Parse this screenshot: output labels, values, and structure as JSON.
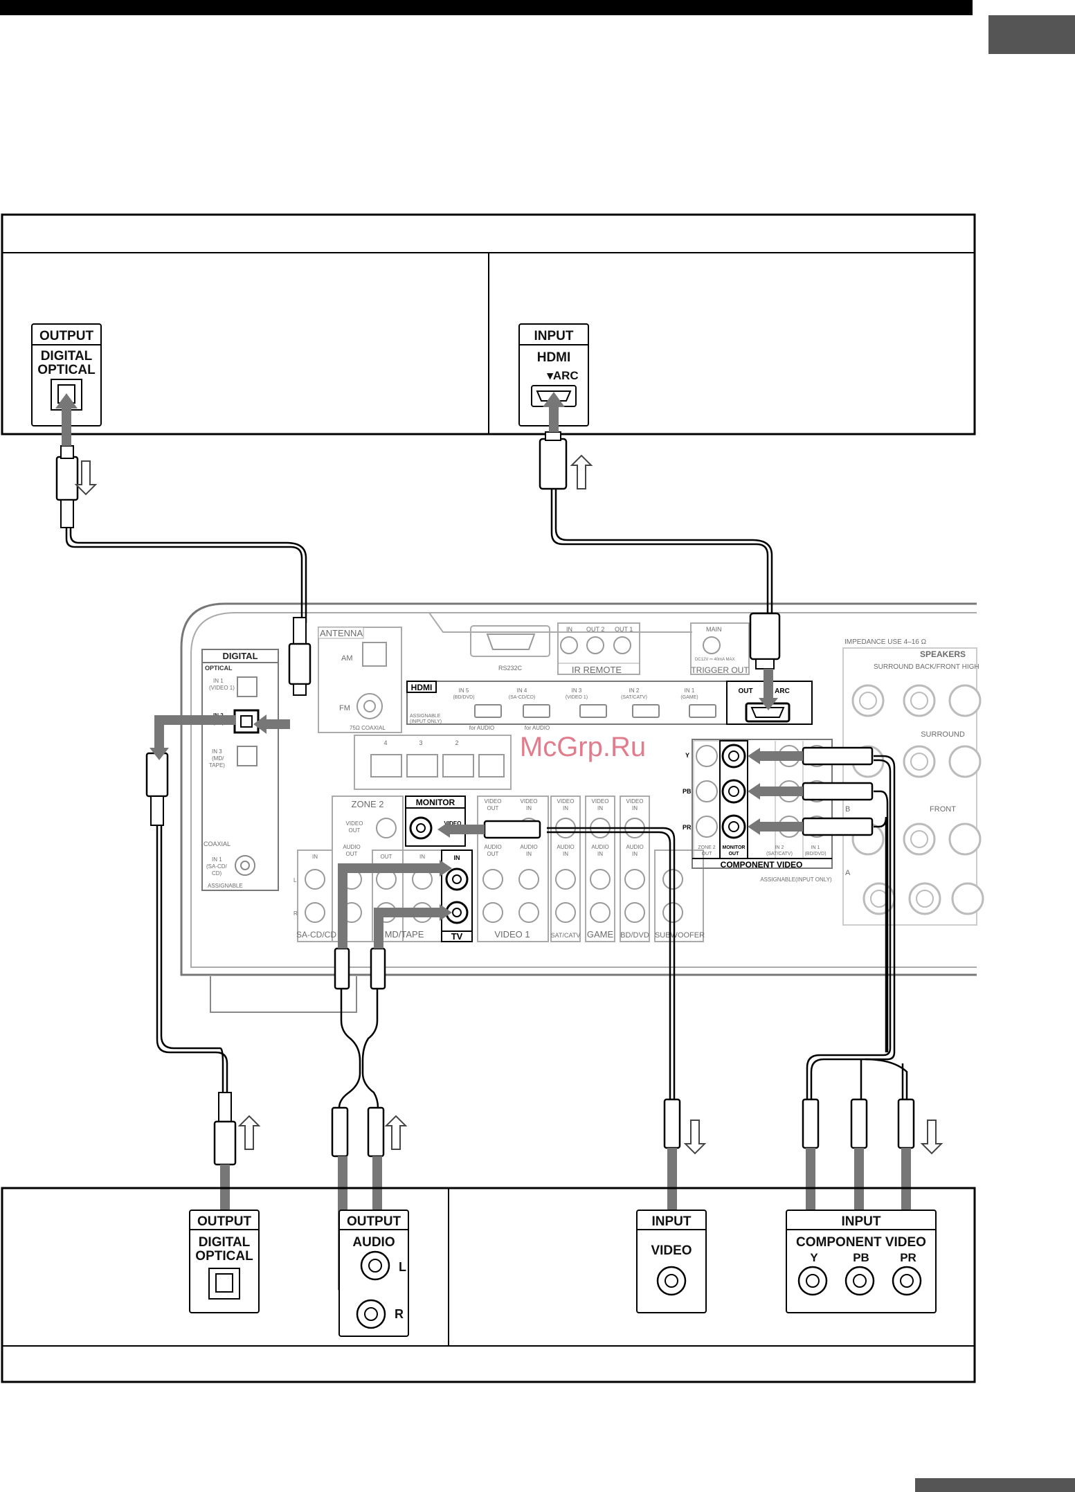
{
  "tv_box": {
    "output": {
      "header": "OUTPUT",
      "line1": "DIGITAL",
      "line2": "OPTICAL"
    },
    "input": {
      "header": "INPUT",
      "line1": "HDMI",
      "line2": "▾ARC"
    }
  },
  "player_box": {
    "optical": {
      "header": "OUTPUT",
      "line1": "DIGITAL",
      "line2": "OPTICAL"
    },
    "audio": {
      "header": "OUTPUT",
      "line1": "AUDIO",
      "l": "L",
      "r": "R"
    },
    "video": {
      "header": "INPUT",
      "line1": "VIDEO"
    },
    "component": {
      "header": "INPUT",
      "line1": "COMPONENT VIDEO",
      "y": "Y",
      "pb": "PB",
      "pr": "PR"
    }
  },
  "receiver": {
    "antenna": "ANTENNA",
    "am": "AM",
    "fm": "FM",
    "coax75": "75Ω COAXIAL",
    "rs232c": "RS232C",
    "ir_in": "IN",
    "ir_out2": "OUT 2",
    "ir_out1": "OUT 1",
    "ir_remote": "IR REMOTE",
    "trigger_main": "MAIN",
    "trigger_spec": "DC12V ⎓ 40mA MAX",
    "trigger_out": "TRIGGER OUT",
    "hdmi": "HDMI",
    "hdmi_in5": "IN 5",
    "hdmi_in5_sub": "(BD/DVD)",
    "hdmi_in4": "IN 4",
    "hdmi_in4_sub": "(SA-CD/CD)",
    "hdmi_in3": "IN 3",
    "hdmi_in3_sub": "(VIDEO 1)",
    "hdmi_in2": "IN 2",
    "hdmi_in2_sub": "(SAT/CATV)",
    "hdmi_in1": "IN 1",
    "hdmi_in1_sub": "(GAME)",
    "hdmi_out": "OUT",
    "hdmi_arc": "ARC",
    "hdmi_assign1": "ASSIGNABLE",
    "hdmi_assign2": "(INPUT ONLY)",
    "for_audio_1": "for AUDIO",
    "for_audio_2": "for AUDIO",
    "digital": "DIGITAL",
    "optical": "OPTICAL",
    "opt_in1": "IN 1",
    "opt_in1_sub": "(VIDEO 1)",
    "opt_in2": "IN 2",
    "opt_in2_sub": "(TV)",
    "opt_in3": "IN 3",
    "opt_in3_sub1": "(MD/",
    "opt_in3_sub2": "TAPE)",
    "coaxial": "COAXIAL",
    "coax_in1": "IN 1",
    "coax_in1_sub1": "(SA-CD/",
    "coax_in1_sub2": "CD)",
    "assignable": "ASSIGNABLE",
    "zone2": "ZONE 2",
    "zone2_video_out": "VIDEO",
    "zone2_video_out2": "OUT",
    "zone2_audio_out": "AUDIO",
    "zone2_audio_out2": "OUT",
    "monitor": "MONITOR",
    "monitor_video_out1": "VIDEO",
    "monitor_video_out2": "OUT",
    "md_out": "OUT",
    "md_in": "IN",
    "md_tape": "MD/TAPE",
    "tv_in": "IN",
    "tv": "TV",
    "sacd_in": "IN",
    "sacd": "SA-CD/CD",
    "video1": "VIDEO 1",
    "satcatv": "SAT/CATV",
    "game": "GAME",
    "bddvd": "BD/DVD",
    "subwoofer": "SUBWOOFER",
    "v_out": "VIDEO",
    "v_out2": "OUT",
    "v_in": "VIDEO",
    "v_in2": "IN",
    "audio_out": "AUDIO",
    "audio_out2": "OUT",
    "audio_in": "AUDIO",
    "audio_in2": "IN",
    "l": "L",
    "r": "R",
    "lan4": "4",
    "lan3": "3",
    "lan2": "2",
    "comp_y": "Y",
    "comp_pb": "PB",
    "comp_pr": "PR",
    "comp_zone2": "ZONE 2",
    "comp_zone2_2": "OUT",
    "comp_monitor": "MONITOR",
    "comp_monitor2": "OUT",
    "comp_in2": "IN 2",
    "comp_in2_sub": "(SAT/CATV)",
    "comp_in1": "IN 1",
    "comp_in1_sub": "(BD/DVD)",
    "component_video": "COMPONENT VIDEO",
    "comp_assignable": "ASSIGNABLE(INPUT ONLY)",
    "impedance": "IMPEDANCE USE 4–16 Ω",
    "speakers": "SPEAKERS",
    "surround_back": "SURROUND BACK/FRONT HIGH",
    "surround": "SURROUND",
    "front": "FRONT",
    "spk_b": "B",
    "spk_a": "A"
  },
  "watermark": "McGrp.Ru"
}
